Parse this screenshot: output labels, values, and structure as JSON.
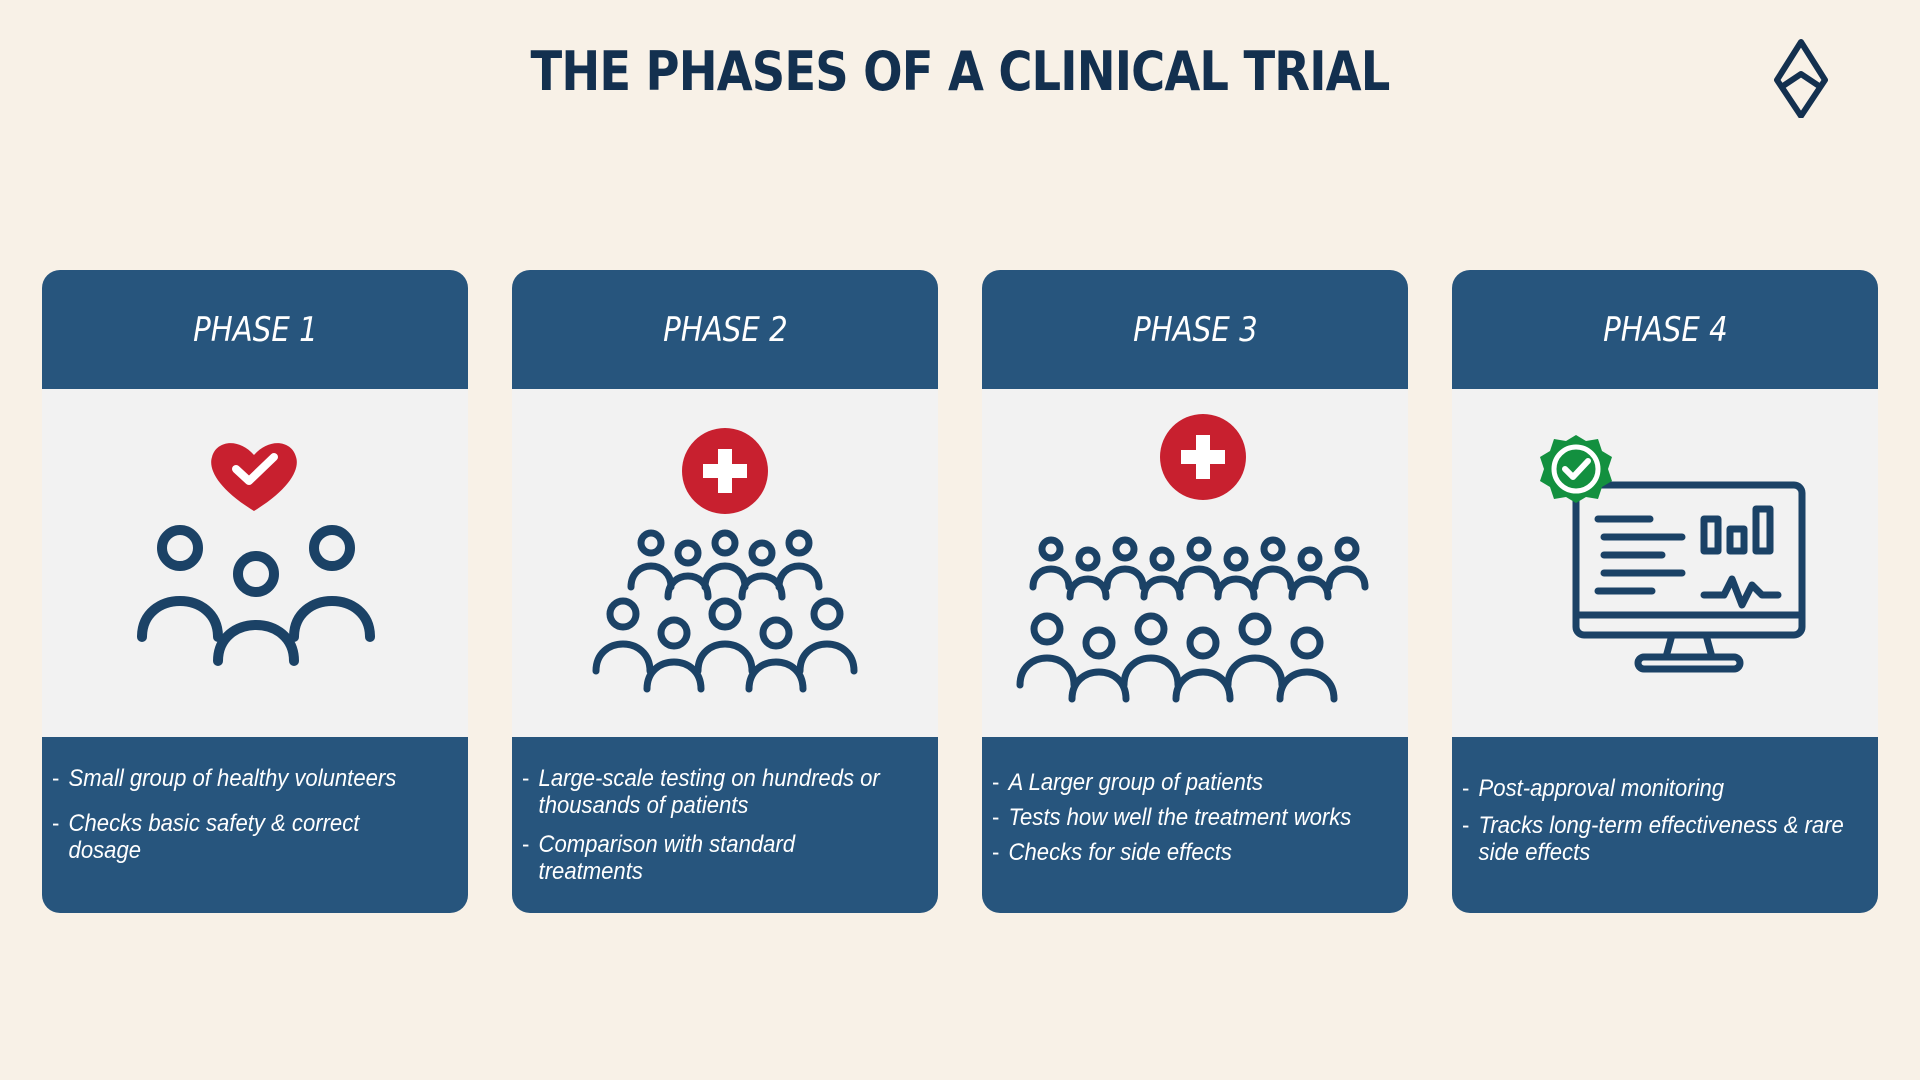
{
  "title": "THE PHASES OF A CLINICAL TRIAL",
  "colors": {
    "background": "#f8f1e7",
    "card": "#27557d",
    "navy": "#1b4266",
    "red": "#c8202f",
    "green": "#13903f"
  },
  "phases": [
    {
      "label": "PHASE 1",
      "icon": "heart-check-people-icon",
      "bullets": [
        "Small group of healthy volunteers",
        "Checks basic safety & correct dosage"
      ]
    },
    {
      "label": "PHASE 2",
      "icon": "medical-cross-crowd-icon",
      "bullets": [
        "Large-scale testing on hundreds or thousands of patients",
        "Comparison with standard treatments"
      ]
    },
    {
      "label": "PHASE 3",
      "icon": "medical-cross-large-crowd-icon",
      "bullets": [
        "A Larger group of patients",
        "Tests how well the treatment works",
        "Checks for side effects"
      ]
    },
    {
      "label": "PHASE 4",
      "icon": "monitor-analytics-badge-icon",
      "bullets": [
        "Post-approval monitoring",
        "Tracks long-term effectiveness & rare side effects"
      ]
    }
  ]
}
